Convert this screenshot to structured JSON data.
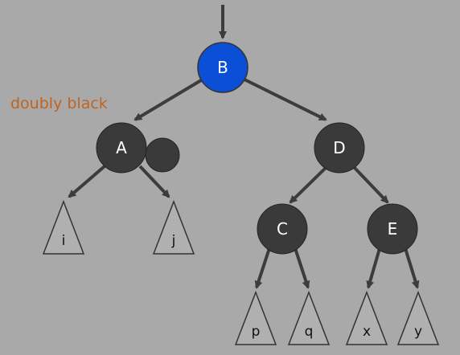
{
  "colors": {
    "background": "#a9a9a9",
    "black_node": "#3a3a3a",
    "root_node": "#0a4fd6",
    "edge": "#3c3c3c",
    "annotation": "#c0641f",
    "leaf_fill": "#b0b0b0"
  },
  "annotation": "doubly black",
  "nodes": {
    "B": "B",
    "A": "A",
    "D": "D",
    "C": "C",
    "E": "E"
  },
  "subtrees": {
    "i": "i",
    "j": "j",
    "p": "p",
    "q": "q",
    "x": "x",
    "y": "y"
  }
}
